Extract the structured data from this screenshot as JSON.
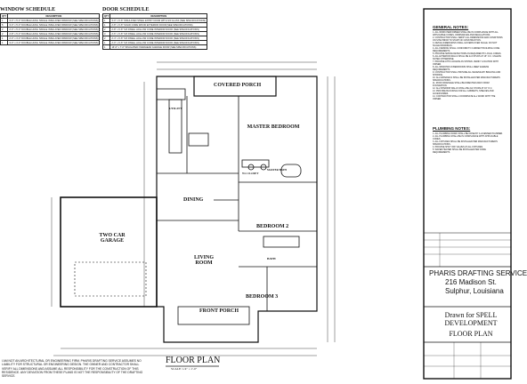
{
  "schedules": {
    "window": {
      "title": "WINDOW SCHEDULE",
      "headers": [
        "QTY",
        "DESCRIPTION"
      ],
      "rows": [
        [
          "1",
          "3'-0\" x 5'-0\" DOUBLE HUNG SINGLE INSULATED WINDOW (SEE SPECIFICATIONS)"
        ],
        [
          "5",
          "3'-0\" x 5'-0\" DOUBLE HUNG SINGLE INSULATED WINDOW (SEE SPECIFICATIONS)"
        ],
        [
          "2",
          "2'-0\" x 5'-0\" DOUBLE HUNG SINGLE INSULATED WINDOW (SEE SPECIFICATIONS)"
        ],
        [
          "2",
          "2'-8\" x 5'-0\" DOUBLE HUNG SINGLE INSULATED WINDOW (SEE SPECIFICATIONS)"
        ],
        [
          "1",
          "2'-0\" x 3'-0\" DOUBLE HUNG SINGLE INSULATED WINDOW (SEE SPECIFICATIONS)"
        ],
        [
          "1",
          "3'-0\" x 3'-0\" DOUBLE HUNG SINGLE INSULATED WINDOW (SEE SPECIFICATIONS)"
        ]
      ]
    },
    "door": {
      "title": "DOOR SCHEDULE",
      "headers": [
        "QTY",
        "DESCRIPTION"
      ],
      "rows": [
        [
          "1",
          "3'-0\" x 6'-8\" INSULATED STEEL ENTRY DOOR WITH 3/4 GLASS (SEE SPECIFICATIONS)"
        ],
        [
          "1",
          "2'-8\" x 6'-8\" SOLID CORE WOOD EXTERIOR DOOR (SEE SPECIFICATIONS)"
        ],
        [
          "2",
          "2'-8\" x 6'-8\" SIX PANEL HOLLOW CORE INTERIOR DOOR (SEE SPECIFICATIONS)"
        ],
        [
          "3",
          "2'-6\" x 6'-8\" SIX PANEL HOLLOW CORE INTERIOR DOOR (SEE SPECIFICATIONS)"
        ],
        [
          "2",
          "2'-4\" x 6'-8\" SIX PANEL HOLLOW CORE INTERIOR DOOR (SEE SPECIFICATIONS)"
        ],
        [
          "1",
          "2'-0\" x 6'-8\" SIX PANEL HOLLOW CORE INTERIOR DOOR (SEE SPECIFICATIONS)"
        ],
        [
          "1",
          "16'-0\" x 7'-0\" INSULATED OVERHEAD GARAGE DOOR (SEE SPECIFICATIONS)"
        ]
      ]
    }
  },
  "rooms": {
    "covered_porch": "COVERED PORCH",
    "master_bedroom": "MASTER BEDROOM",
    "dining": "DINING",
    "two_car_garage": "TWO CAR GARAGE",
    "living_room": "LIVING ROOM",
    "bedroom_2": "BEDROOM 2",
    "bedroom_3": "BEDROOM 3",
    "front_porch": "FRONT PORCH",
    "utility": "UTILITY",
    "bath": "BATH",
    "master_bath": "MASTER BATH",
    "w_i_closet": "W.I. CLOSET"
  },
  "plan": {
    "title": "FLOOR PLAN",
    "scale": "SCALE: 1/4\" = 1'-0\""
  },
  "notes": {
    "general_title": "GENERAL NOTES:",
    "general": [
      "1. ALL WORK PERFORMED SHALL BE IN COMPLIANCE WITH ALL APPLICABLE CODES, ORDINANCES AND REGULATIONS.",
      "2. CONTRACTOR SHALL VERIFY ALL DIMENSIONS AND CONDITIONS ON SITE PRIOR TO START OF CONSTRUCTION.",
      "3. DETAIL DIMENSIONS SHALL GOVERN OVER SCALE. DO NOT SCALE DRAWINGS.",
      "4. ALL FRAMING SHALL CONFORM TO CURRENT BUILDING CODE REQUIREMENTS.",
      "5. PROVIDE SMOKE DETECTORS AS REQUIRED BY LOCAL CODES.",
      "6. ALL EXTERIOR WALLS SHALL BE 2x4 STUDS AT 16\" O.C. UNLESS NOTED OTHERWISE.",
      "7. PROVIDE ATTIC ACCESS AS SHOWN. VERIFY LOCATION WITH OWNER.",
      "8. ALL WINDOWS IN BEDROOMS SHALL MEET EGRESS REQUIREMENTS.",
      "9. CONTRACTOR SHALL PROVIDE ALL NECESSARY BRACING AND SHORING.",
      "10. ALL MATERIALS SHALL BE INSTALLED PER MANUFACTURER'S SPECIFICATIONS.",
      "11. ROOF DRAINAGE SHALL BE DIRECTED AWAY FROM FOUNDATION.",
      "12. ALL INTERIOR WALLS SHALL BE 2x4 STUDS AT 16\" O.C.",
      "13. PROVIDE BLOCKING FOR ALL CABINETS, SHELVES AND ACCESSORIES.",
      "14. CONTRACTOR SHALL COORDINATE ALL WORK WITH THE OWNER."
    ],
    "plumbing_title": "PLUMBING NOTES:",
    "plumbing": [
      "1. ALL PLUMBING WORK SHALL BE DONE BY A LICENSED PLUMBER.",
      "2. ALL PLUMBING SHALL BE IN COMPLIANCE WITH APPLICABLE CODES.",
      "3. ALL FIXTURES SHALL BE INSTALLED PER MANUFACTURER'S SPECIFICATIONS.",
      "4. PROVIDE SHUT OFF VALVES AT ALL FIXTURES.",
      "5. WATER HEATER SHALL BE INSTALLED PER CODE REQUIREMENTS."
    ]
  },
  "title_block": {
    "firm_name": "PHARIS DRAFTING SERVICE",
    "address_line1": "216 Madison St.",
    "address_line2": "Sulphur, Louisiana",
    "drawn_for_line1": "Drawn for SPELL",
    "drawn_for_line2": "DEVELOPMENT",
    "sheet_title": "FLOOR PLAN"
  },
  "footnote": "I AM NOT AN ARCHITECTURAL OR ENGINEERING FIRM. PHARIS DRAFTING SERVICE ASSUMES NO LIABILITY FOR STRUCTURAL OR ENGINEERING DESIGN. THE OWNER AND CONTRACTOR SHALL VERIFY ALL DIMENSIONS AND ASSUME ALL RESPONSIBILITY FOR THE CONSTRUCTION OF THIS RESIDENCE. ANY DEVIATION FROM THESE PLANS IS NOT THE RESPONSIBILITY OF THE DRAFTING SERVICE."
}
